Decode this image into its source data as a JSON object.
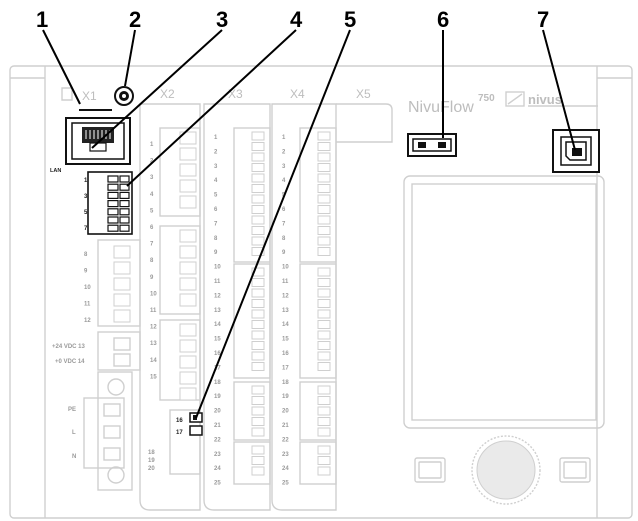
{
  "callouts": [
    {
      "number": "1"
    },
    {
      "number": "2"
    },
    {
      "number": "3"
    },
    {
      "number": "4"
    },
    {
      "number": "5"
    },
    {
      "number": "6"
    },
    {
      "number": "7"
    }
  ],
  "slots": {
    "x1": "X1",
    "x2": "X2",
    "x3": "X3",
    "x4": "X4",
    "x5": "X5"
  },
  "brand": {
    "product": "NivuFlow",
    "model": "750",
    "logo_text": "nivus"
  },
  "ports": {
    "lan": "LAN"
  },
  "terminals": {
    "x1_top_pins": [
      "1",
      "3",
      "5",
      "7"
    ],
    "x1_pins_a": [
      "8",
      "9",
      "10",
      "11",
      "12"
    ],
    "power_pins": [
      "+24 VDC 13",
      "+0 VDC 14"
    ],
    "mains_labels": [
      "PE",
      "L",
      "N"
    ],
    "x2_pins": [
      "1",
      "2",
      "3",
      "4",
      "5",
      "6",
      "7",
      "8",
      "9",
      "10",
      "11",
      "12",
      "13",
      "14",
      "15",
      "16",
      "17",
      "18",
      "19",
      "20"
    ],
    "x3_pins": [
      "1",
      "2",
      "3",
      "4",
      "5",
      "6",
      "7",
      "8",
      "9",
      "10",
      "11",
      "12",
      "13",
      "14",
      "15",
      "16",
      "17",
      "18",
      "19",
      "20",
      "21",
      "22",
      "23",
      "24",
      "25"
    ],
    "x4_pins": [
      "1",
      "2",
      "3",
      "4",
      "5",
      "6",
      "7",
      "8",
      "9",
      "10",
      "11",
      "12",
      "13",
      "14",
      "15",
      "16",
      "17",
      "18",
      "19",
      "20",
      "21",
      "22",
      "23",
      "24",
      "25"
    ],
    "x2_lower_labels": [
      "16",
      "17"
    ],
    "x2_bottom_pins": [
      "18",
      "19",
      "20"
    ]
  }
}
